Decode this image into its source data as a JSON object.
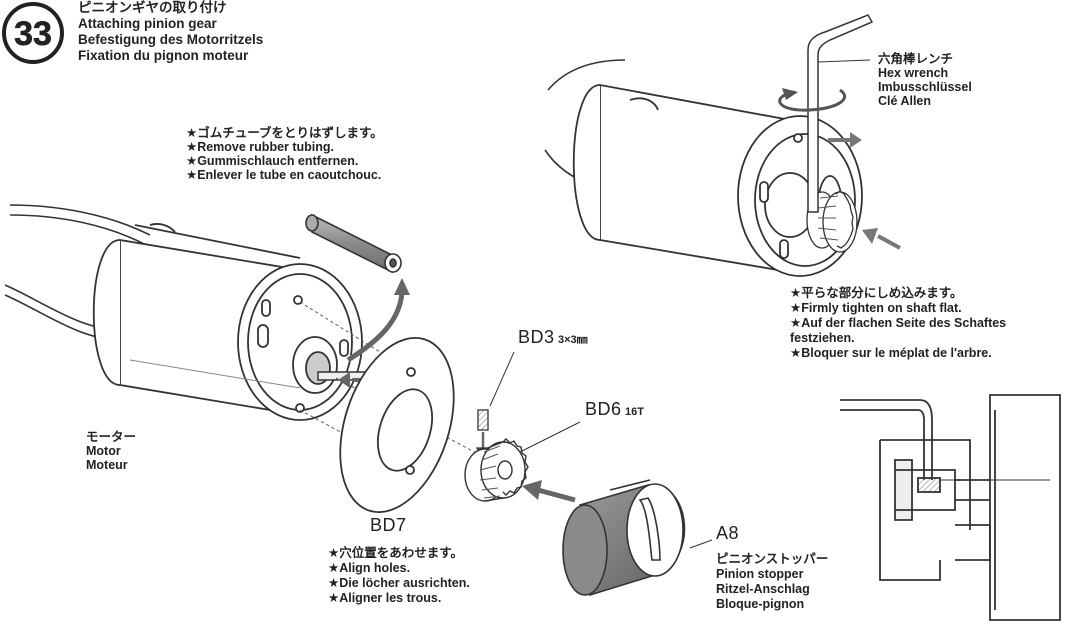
{
  "step": {
    "number": "33",
    "title_jp": "ピニオンギヤの取り付け",
    "title_en": "Attaching pinion gear",
    "title_de": "Befestigung des Motorritzels",
    "title_fr": "Fixation du pignon moteur"
  },
  "notes": {
    "remove_tubing": [
      "★ゴムチューブをとりはずします。",
      "★Remove rubber tubing.",
      "★Gummischlauch entfernen.",
      "★Enlever le tube en caoutchouc."
    ],
    "hex_wrench": [
      "六角棒レンチ",
      "Hex wrench",
      "Imbusschlüssel",
      "Clé Allen"
    ],
    "tighten": [
      "★平らな部分にしめ込みます。",
      "★Firmly tighten on shaft flat.",
      "★Auf der flachen Seite des Schaftes",
      "festziehen.",
      "★Bloquer sur le méplat de l'arbre."
    ],
    "motor": [
      "モーター",
      "Motor",
      "Moteur"
    ],
    "align_holes": [
      "★穴位置をあわせます。",
      "★Align holes.",
      "★Die löcher ausrichten.",
      "★Aligner les trous."
    ],
    "pinion_stopper": [
      "ピニオンストッパー",
      "Pinion stopper",
      "Ritzel-Anschlag",
      "Bloque-pignon"
    ]
  },
  "parts": {
    "bd3": {
      "code": "BD3",
      "spec": "3×3㎜"
    },
    "bd6": {
      "code": "BD6",
      "spec": "16T"
    },
    "bd7": {
      "code": "BD7"
    },
    "a8": {
      "code": "A8"
    }
  }
}
